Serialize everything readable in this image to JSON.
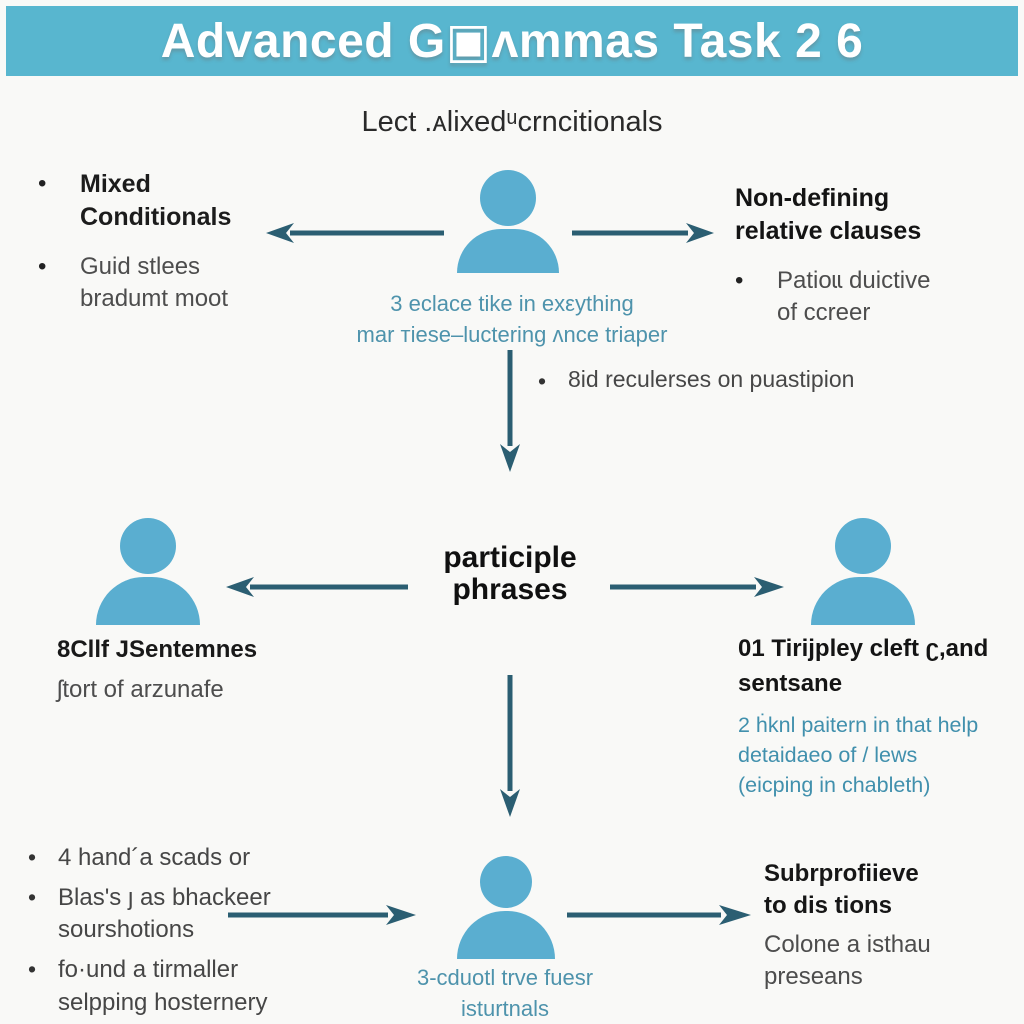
{
  "colors": {
    "header_bg": "#58b6cf",
    "header_text": "#ffffff",
    "person_fill": "#5aaed0",
    "arrow": "#2b5e72",
    "teal_text": "#4e93ac",
    "dark_text": "#1c1c1c",
    "gray_text": "#4d4d4d",
    "page_bg": "#f9f9f7"
  },
  "header": {
    "title": "Advanced G▣ʌmmas Task 2 6"
  },
  "subtitle": "Lect .ᴀlixedᵘcrncitionals",
  "top_left": {
    "items": [
      {
        "text": "Mixed\nConditionals"
      },
      {
        "text": "Guid stlees\nbradumt moot"
      }
    ]
  },
  "top_right": {
    "heading": "Non-defining\nrelative clauses",
    "items": [
      {
        "text": "Patioɩɩ duictive\nof ccreer"
      }
    ]
  },
  "center_top": {
    "caption": "3 eclace tike in exεything\nmar тiese–luctering ʌnce triaper"
  },
  "mid_bullet": "8id reculerses on puastipion",
  "center_node": {
    "label": "participle\nphrases"
  },
  "mid_left": {
    "title": "8Cllf JSentemnes",
    "subtitle": "ʃtort of arzunafe"
  },
  "mid_right": {
    "title": "01 Tirijpley cleft ʗ,and\nsentsane",
    "note": "2 ḣknl paitern in that help\ndetaidaeo of / lews\n(eicping in chableth)"
  },
  "bottom_left": {
    "items": [
      "4 hand´a scads or",
      "Blas's ȷ as bhackeer\nsourshotions",
      "fo·und a tirmaller\nselpping hosternery"
    ]
  },
  "bottom_center": {
    "caption": "3-cduotl trve fuesr\nisturtnals"
  },
  "bottom_right": {
    "title": "Subrprofiieve\nto dis tions",
    "subtitle": "Colone a isthau\npreseans"
  }
}
